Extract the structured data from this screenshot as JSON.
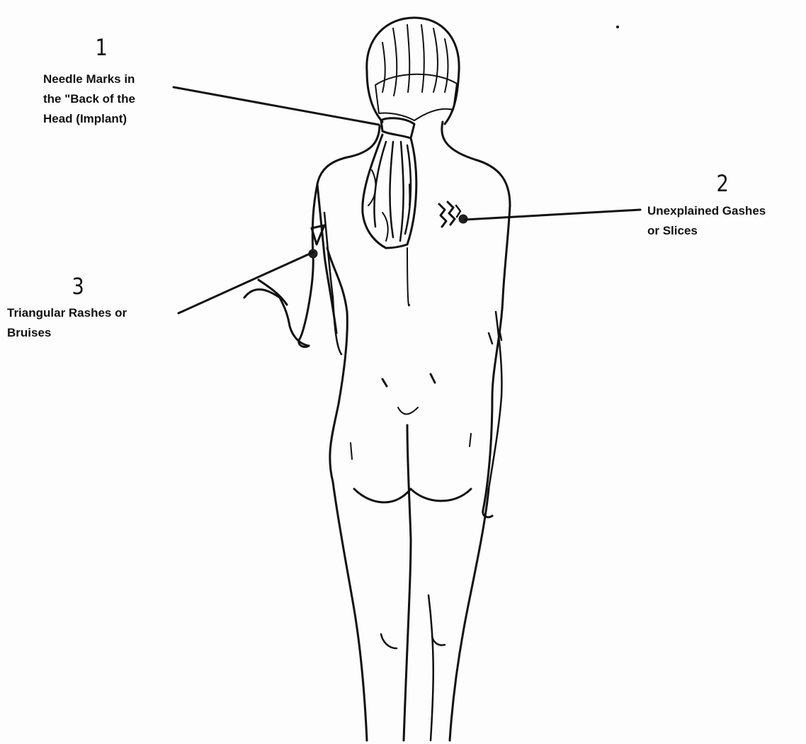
{
  "annotations": [
    {
      "number": "1",
      "text": "Needle Marks in\nthe \"Back of the\nHead (Implant)"
    },
    {
      "number": "2",
      "text": "Unexplained Gashes\nor Slices"
    },
    {
      "number": "3",
      "text": "Triangular Rashes or\nBruises"
    }
  ],
  "colors": {
    "ink": "#111111",
    "paper": "#fdfdfd"
  },
  "figure": "woman-back-view-figure"
}
